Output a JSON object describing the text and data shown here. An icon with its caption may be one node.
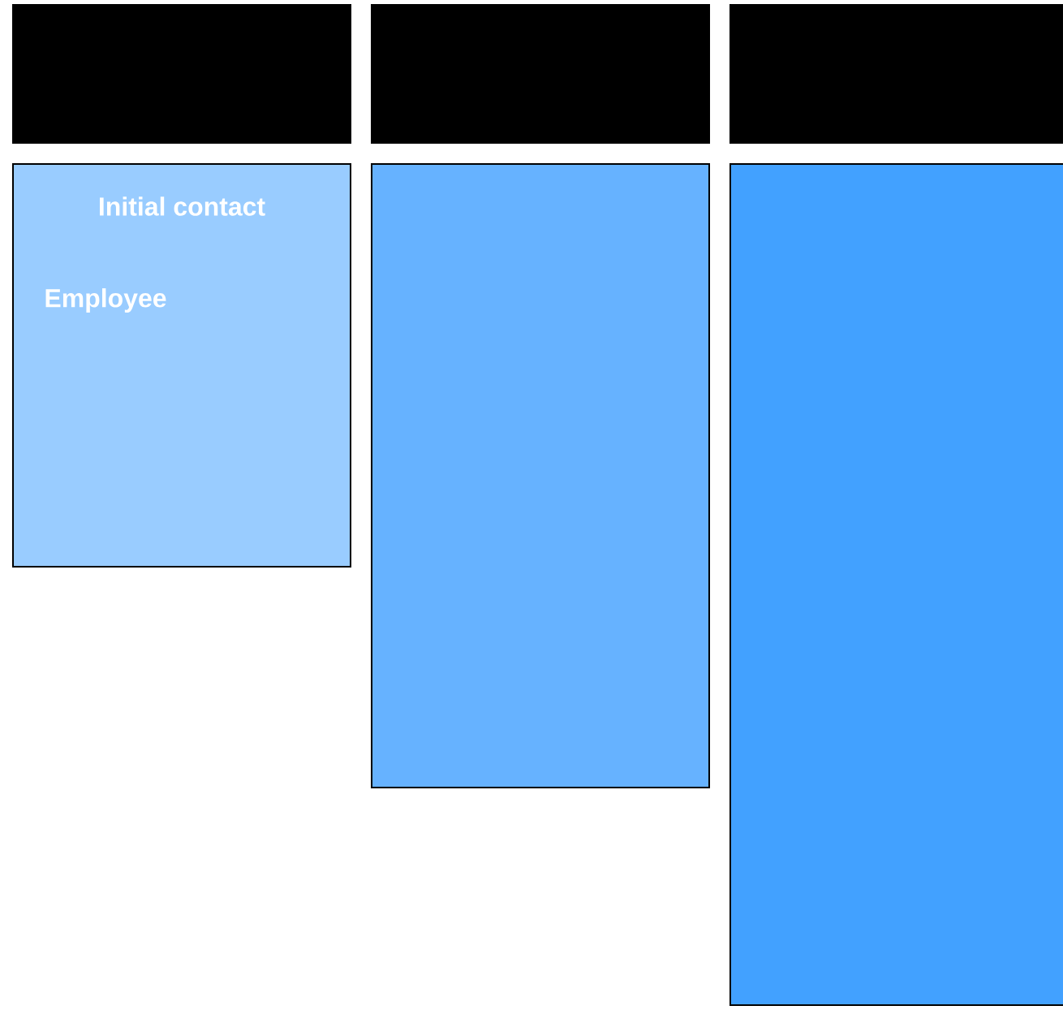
{
  "diagram": {
    "nodes": [
      {
        "text": [],
        "shape": "box"
      },
      {
        "text": [],
        "shape": "box"
      },
      {
        "text": [],
        "shape": "box"
      },
      {
        "text": [
          "Initial contact",
          "Employee"
        ]
      },
      {
        "text": [],
        "shape": "box"
      },
      {
        "text": [],
        "shape": "box"
      }
    ]
  }
}
